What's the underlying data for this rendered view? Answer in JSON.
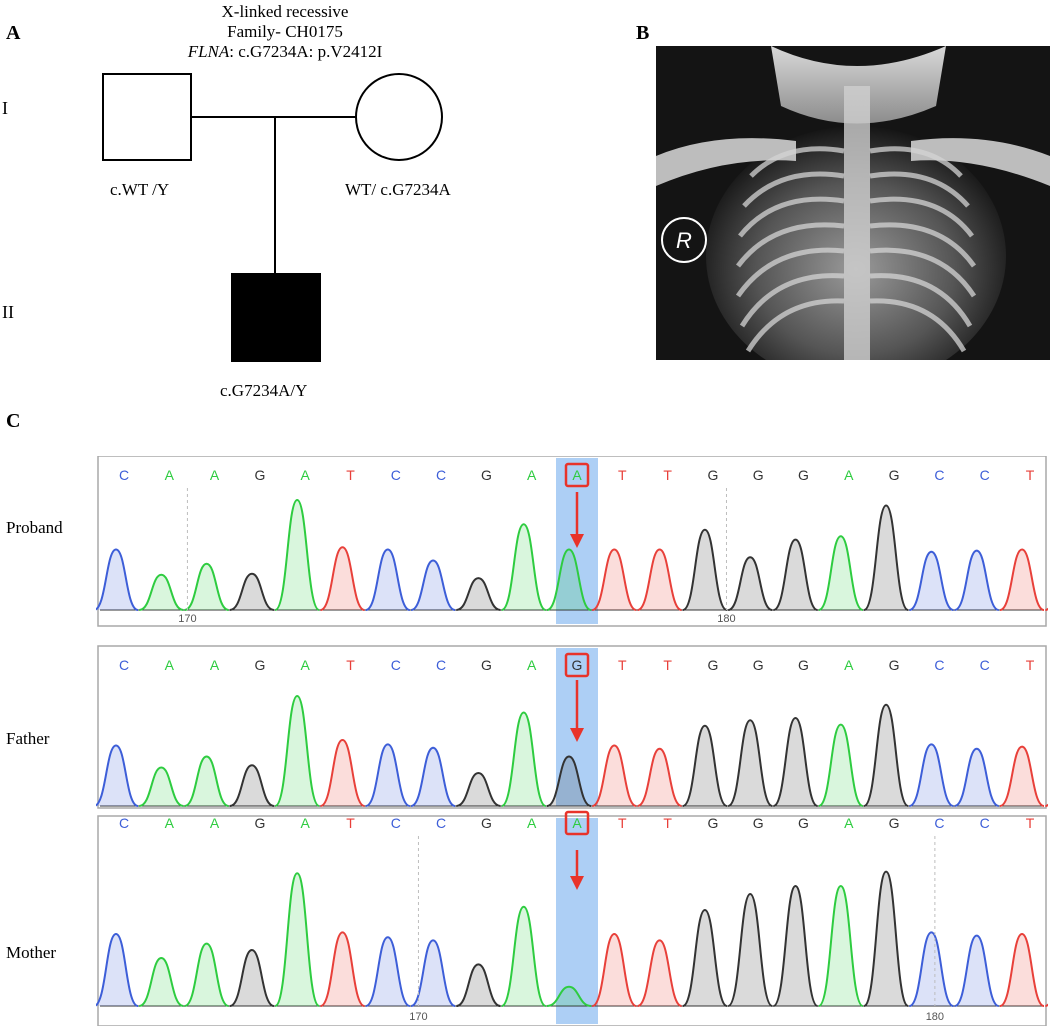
{
  "panel_a": {
    "letter": "A",
    "header_line1": "X-linked recessive",
    "header_line2": "Family- CH0175",
    "header_gene": "FLNA",
    "header_variant": ": c.G7234A: p.V2412I",
    "generation_1": "I",
    "generation_2": "II",
    "father_genotype": "c.WT /Y",
    "mother_genotype": "WT/ c.G7234A",
    "proband_genotype": "c.G7234A/Y"
  },
  "panel_b": {
    "letter": "B",
    "marker_label": "R"
  },
  "panel_c": {
    "letter": "C",
    "base_colors": {
      "A": "#2ecc40",
      "C": "#3d5ed8",
      "G": "#333333",
      "T": "#e8403a"
    },
    "highlight_color": "#6aa8ec",
    "arrow_color": "#e8332a",
    "traces": [
      {
        "label": "Proband",
        "sequence": [
          "C",
          "A",
          "A",
          "G",
          "A",
          "T",
          "C",
          "C",
          "G",
          "A",
          "A",
          "T",
          "T",
          "G",
          "G",
          "G",
          "A",
          "G",
          "C",
          "C",
          "T"
        ],
        "peaks": [
          0.55,
          0.32,
          0.42,
          0.33,
          1.0,
          0.57,
          0.55,
          0.45,
          0.29,
          0.78,
          0.55,
          0.55,
          0.55,
          0.73,
          0.48,
          0.64,
          0.67,
          0.95,
          0.53,
          0.54,
          0.55,
          0.45
        ],
        "ticks": [
          "170",
          "180"
        ]
      },
      {
        "label": "Father",
        "sequence": [
          "C",
          "A",
          "A",
          "G",
          "A",
          "T",
          "C",
          "C",
          "G",
          "A",
          "G",
          "T",
          "T",
          "G",
          "G",
          "G",
          "A",
          "G",
          "C",
          "C",
          "T"
        ],
        "peaks": [
          0.55,
          0.35,
          0.45,
          0.37,
          1.0,
          0.6,
          0.56,
          0.53,
          0.3,
          0.85,
          0.45,
          0.55,
          0.52,
          0.73,
          0.78,
          0.8,
          0.74,
          0.92,
          0.56,
          0.52,
          0.54,
          0.45
        ],
        "ticks": []
      },
      {
        "label": "Mother",
        "sequence": [
          "C",
          "A",
          "A",
          "G",
          "A",
          "T",
          "C",
          "C",
          "G",
          "A",
          "A",
          "T",
          "T",
          "G",
          "G",
          "G",
          "A",
          "G",
          "C",
          "C",
          "T"
        ],
        "peaks": [
          0.45,
          0.3,
          0.39,
          0.35,
          0.83,
          0.46,
          0.43,
          0.41,
          0.26,
          0.62,
          0.12,
          0.45,
          0.41,
          0.6,
          0.7,
          0.75,
          0.75,
          0.84,
          0.46,
          0.44,
          0.45,
          0.36
        ],
        "ticks": [
          "170",
          "180"
        ]
      }
    ]
  }
}
